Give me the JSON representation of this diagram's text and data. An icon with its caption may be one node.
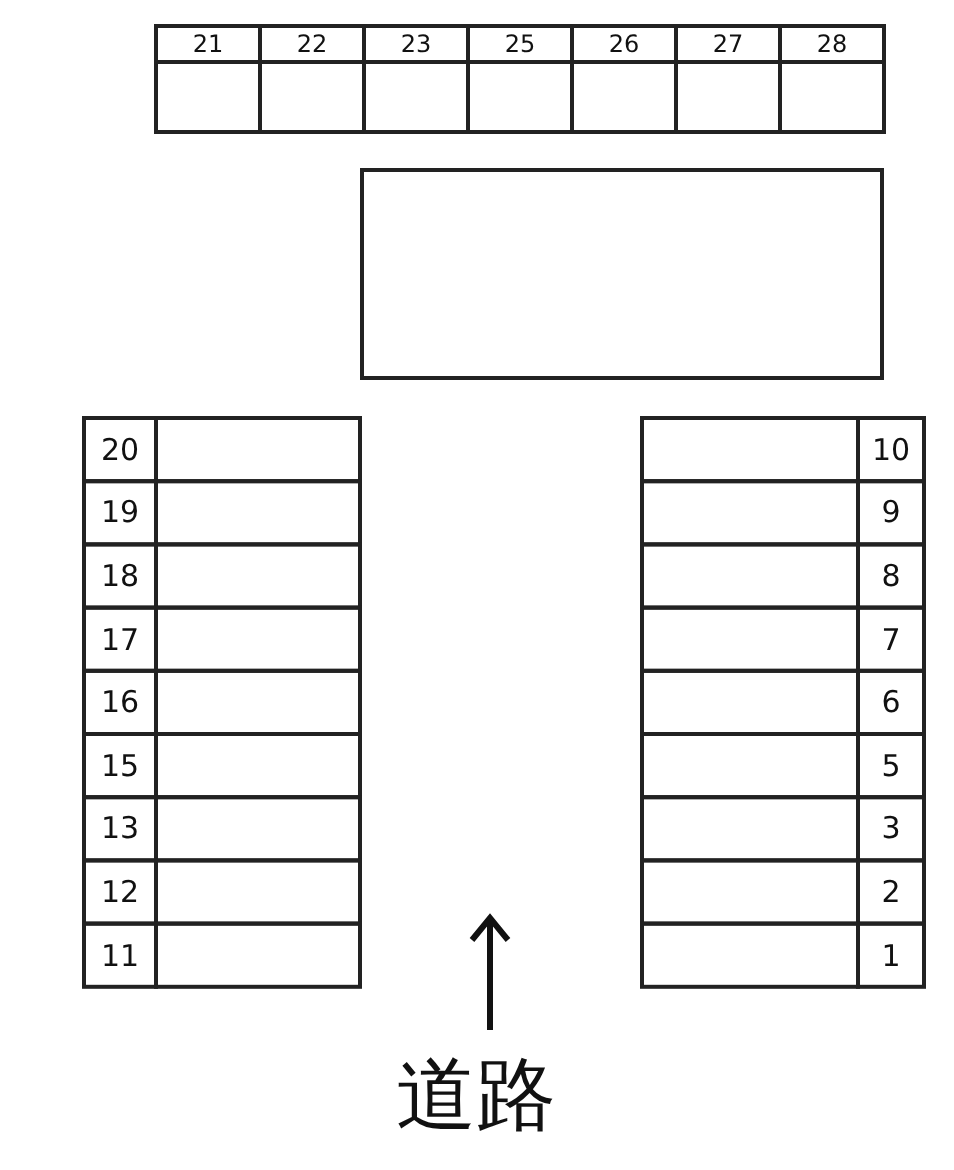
{
  "diagram": {
    "labels": [
      "21",
      "22",
      "23",
      "25",
      "26",
      "27",
      "28",
      "20",
      "10",
      "19",
      "9",
      "18",
      "8",
      "17",
      "7",
      "16",
      "6",
      "15",
      "5",
      "13",
      "3",
      "12",
      "2",
      "11",
      "1",
      "道路"
    ]
  }
}
